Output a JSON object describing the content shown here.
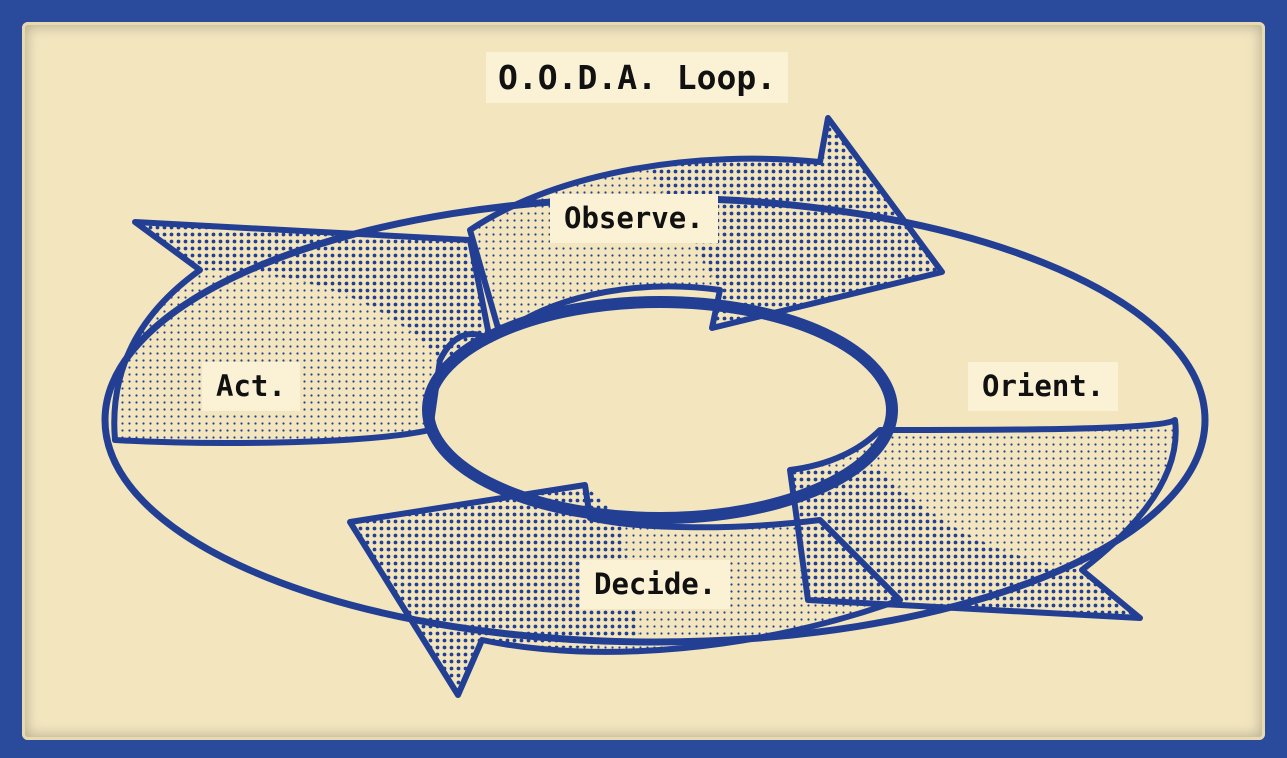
{
  "title": "O.O.D.A. Loop.",
  "stages": [
    {
      "key": "observe",
      "label": "Observe."
    },
    {
      "key": "orient",
      "label": "Orient."
    },
    {
      "key": "decide",
      "label": "Decide."
    },
    {
      "key": "act",
      "label": "Act."
    }
  ],
  "colors": {
    "frame": "#2a4a9c",
    "paper": "#f3e6bf",
    "ink": "#223f93",
    "label_bg": "#fbf2d6",
    "text": "#111111"
  }
}
